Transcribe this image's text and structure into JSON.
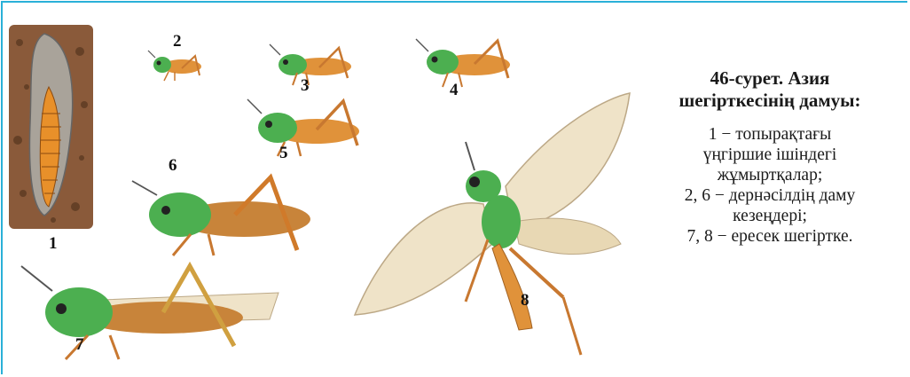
{
  "figure": {
    "labels": {
      "n1": "1",
      "n2": "2",
      "n3": "3",
      "n4": "4",
      "n5": "5",
      "n6": "6",
      "n7": "7",
      "n8": "8"
    }
  },
  "caption": {
    "title_line1": "46-сурет. Азия",
    "title_line2": "шегірткесінің дамуы:",
    "lines": [
      "1 − топырақтағы",
      "үңгіршие ішіндегі",
      "жұмыртқалар;",
      "2, 6 − дернәсілдің даму",
      "кезеңдері;",
      "7, 8 − ересек шегіртке."
    ]
  },
  "colors": {
    "frame": "#2ab0d8",
    "soil": "#8a5a3a",
    "insect_green": "#4caf50",
    "insect_orange": "#e0923a",
    "wing": "#efe3c8"
  }
}
